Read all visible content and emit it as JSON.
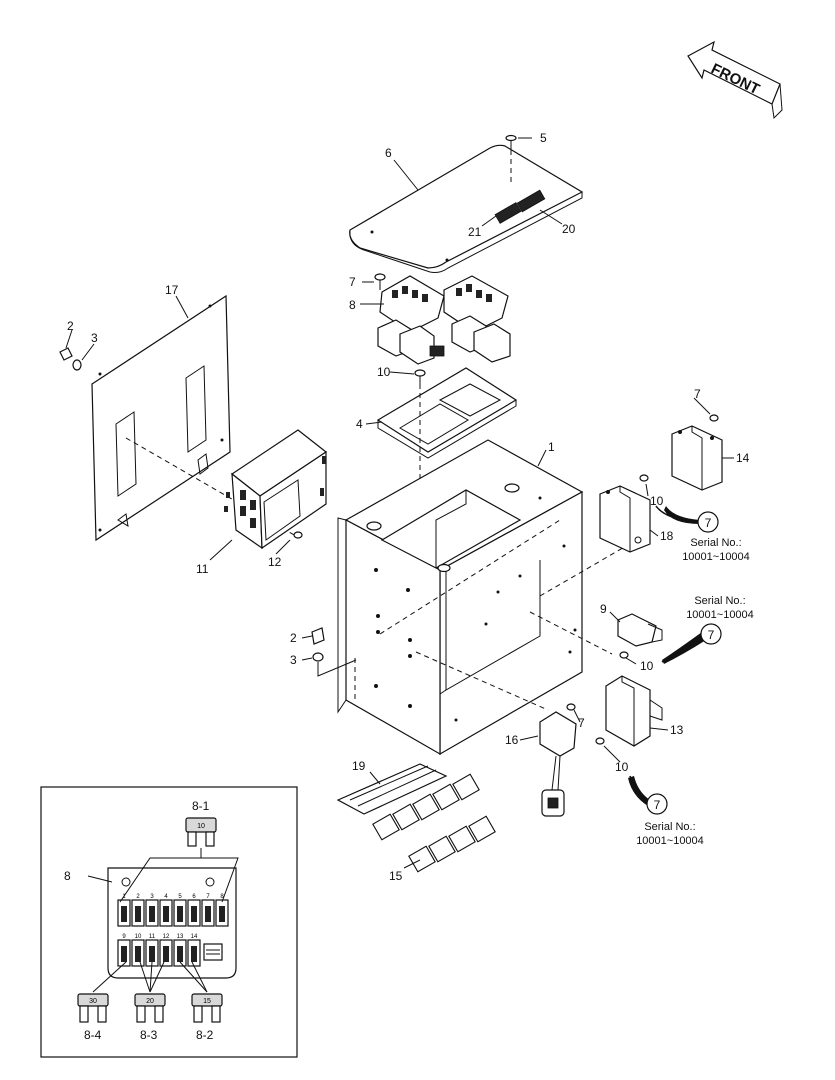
{
  "front_label": "FRONT",
  "parts": {
    "p1": "1",
    "p2a": "2",
    "p2b": "2",
    "p3a": "3",
    "p3b": "3",
    "p4": "4",
    "p5": "5",
    "p6": "6",
    "p7a": "7",
    "p7b": "7",
    "p7c": "7",
    "p8": "8",
    "p9": "9",
    "p10a": "10",
    "p10b": "10",
    "p10c": "10",
    "p10d": "10",
    "p11": "11",
    "p12": "12",
    "p13": "13",
    "p14": "14",
    "p15": "15",
    "p16": "16",
    "p17": "17",
    "p18": "18",
    "p19": "19",
    "p20": "20",
    "p21": "21"
  },
  "references": {
    "ref1": "7",
    "ref2": "7",
    "ref3": "7"
  },
  "serial_notes": [
    {
      "title": "Serial No.:",
      "range": "10001~10004"
    },
    {
      "title": "Serial No.:",
      "range": "10001~10004"
    },
    {
      "title": "Serial No.:",
      "range": "10001~10004"
    }
  ],
  "inset": {
    "label_8": "8",
    "fuses": {
      "f81": "8-1",
      "f82": "8-2",
      "f83": "8-3",
      "f84": "8-4"
    },
    "fuse_ratings": {
      "r81": "10",
      "r82": "15",
      "r83": "20",
      "r84": "30"
    },
    "slot_numbers_top": [
      "1",
      "2",
      "3",
      "4",
      "5",
      "6",
      "7",
      "8"
    ],
    "slot_numbers_bottom": [
      "9",
      "10",
      "11",
      "12",
      "13",
      "14"
    ]
  }
}
